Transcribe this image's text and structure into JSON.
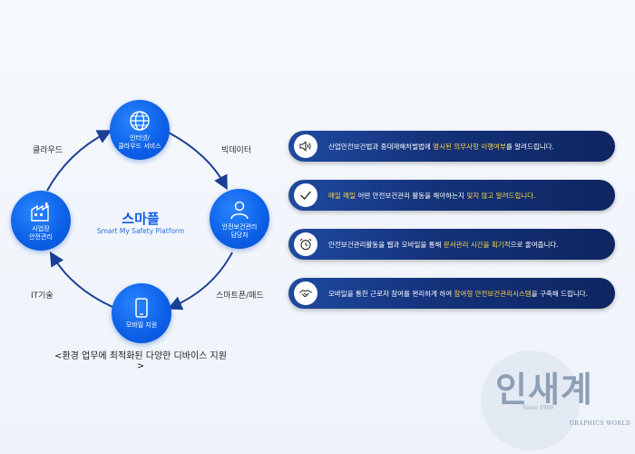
{
  "diagram": {
    "center": {
      "title": "스마플",
      "subtitle": "Smart My Safety Platform"
    },
    "nodes": {
      "top": {
        "label": "인터넷/\n클라우드 서비스",
        "icon": "globe-icon"
      },
      "right": {
        "label": "안전보건관리\n담당자",
        "icon": "person-icon"
      },
      "bottom": {
        "label": "모바일 지원",
        "icon": "smartphone-icon"
      },
      "left": {
        "label": "사업장\n안전관리",
        "icon": "factory-icon"
      }
    },
    "edges": {
      "top_left": "클라우드",
      "top_right": "빅데이터",
      "bottom_right": "스마트폰/패드",
      "bottom_left": "IT기술"
    },
    "caption": "<환경 업무에 최적화된 다양한 디바이스 지원>"
  },
  "features": [
    {
      "icon": "speaker-icon",
      "pre": "산업안전보건법과 중대재해처벌법에 ",
      "highlight": "명시된 의무사항 이행여부",
      "post": "를 알려드립니다.",
      "lead": ""
    },
    {
      "icon": "check-icon",
      "lead": "매일 매일",
      "pre": " 어떤 안전보건관리 활동을 해야하는지 ",
      "highlight": "잊지 않고 알려드립니다.",
      "post": ""
    },
    {
      "icon": "alarm-clock-icon",
      "lead": "",
      "pre": "안전보건관리활동을 웹과 모바일을 통해 ",
      "highlight": "문서관리 시간을 획기적",
      "post": "으로 줄여줍니다."
    },
    {
      "icon": "handshake-icon",
      "lead": "",
      "pre": "모바일을 통한 근로자 참여를 편리하게 하여 ",
      "highlight": "참여형 안전보건관리시스템",
      "post": "을 구축해 드립니다."
    }
  ],
  "watermark": {
    "text": "인새계",
    "since": "Since 1969",
    "brand": "GRAPHICS WORLD"
  },
  "colors": {
    "node_blue": "#0b5fe6",
    "bar_navy": "#14327a",
    "highlight": "#ffd640",
    "arrow": "#1b3f94"
  }
}
